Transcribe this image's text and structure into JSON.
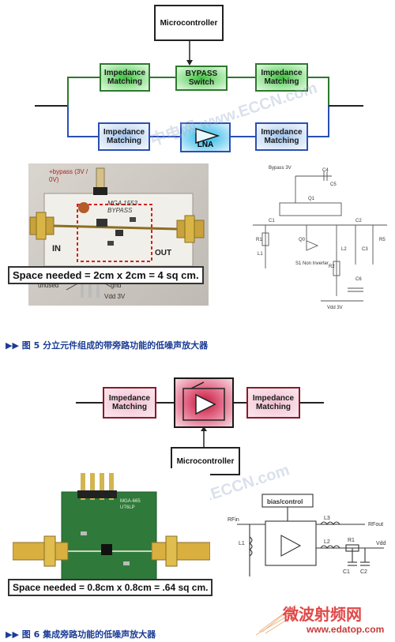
{
  "fig5": {
    "microcontroller": "Microcontroller",
    "impedance_left_top": "Impedance Matching",
    "bypass_switch": "BYPASS Switch",
    "impedance_right_top": "Impedance Matching",
    "impedance_left_bottom": "Impedance Matching",
    "lna": "LNA",
    "impedance_right_bottom": "Impedance Matching",
    "photo": {
      "bypass_label": "+bypass (3V / 0V)",
      "board_marking": "MGA 1553 BYPASS",
      "in_label": "IN",
      "out_label": "OUT",
      "unused_label": "unused",
      "gnd_label": "gnd",
      "vdd_label": "Vdd 3V",
      "space_needed": "Space needed = 2cm x 2cm = 4 sq cm."
    },
    "schematic": {
      "bypass": "Bypass 3V",
      "labels": [
        "C4",
        "C5",
        "Q1",
        "C1",
        "C2",
        "R1",
        "L1",
        "Q0",
        "R2",
        "L2",
        "C3",
        "R5",
        "C6",
        "Vdd 3V",
        "S1 Non Inverter"
      ]
    },
    "caption": "图 5  分立元件组成的带旁路功能的低噪声放大器"
  },
  "fig6": {
    "impedance_left": "Impedance Matching",
    "impedance_right": "Impedance Matching",
    "microcontroller": "Microcontroller",
    "photo": {
      "chip_marking": "MGA-665 UT6LP",
      "space_needed": "Space needed = 0.8cm x 0.8cm = .64 sq cm."
    },
    "schematic": {
      "bias_control": "bias/control",
      "rfin": "RFin",
      "rfout": "RFout",
      "vdd": "Vdd",
      "l1": "L1",
      "l2": "L2",
      "l3": "L3",
      "r1": "R1",
      "c1": "C1",
      "c2": "C2"
    },
    "caption": "图 6  集成旁路功能的低噪声放大器"
  },
  "watermarks": {
    "eccn_top": "中电网 www.ECCN.com",
    "eccn_bottom": "中电网 www.ECCN.com",
    "edatop_cn": "微波射频网",
    "edatop_url": "www.edatop.com"
  },
  "colors": {
    "caption": "#1b3c95",
    "green_block": "#3fc23f",
    "blue_block": "#2a4fb5",
    "lna_block": "#22b8e8",
    "red_block": "#8a1a2a"
  }
}
